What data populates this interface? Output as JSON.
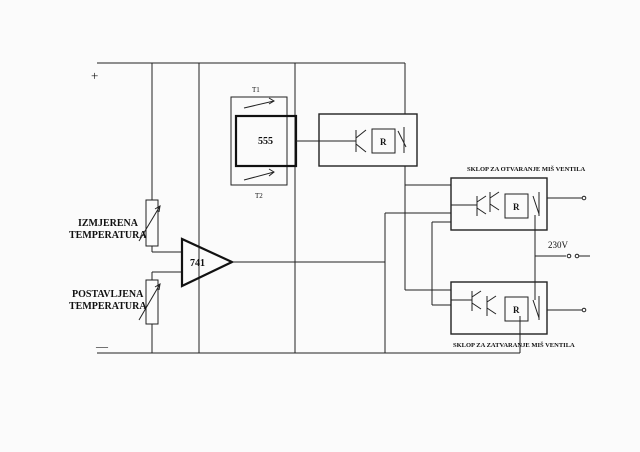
{
  "rails": {
    "plus": "+",
    "minus": "—"
  },
  "sensor": {
    "measured_line1": "IZMJERENA",
    "measured_line2": "TEMPERATURA",
    "set_line1": "POSTAVLJENA",
    "set_line2": "TEMPERATURA"
  },
  "opamp": {
    "label": "741"
  },
  "timer": {
    "label": "555",
    "t1": "T1",
    "t2": "T2"
  },
  "relay": {
    "label": "R"
  },
  "module_open": {
    "title": "SKLOP ZA OTVARANJE MIŠ VENTILA"
  },
  "module_close": {
    "title": "SKLOP ZA ZATVARANJE MIŠ VENTILA"
  },
  "supply": {
    "label": "230V"
  }
}
